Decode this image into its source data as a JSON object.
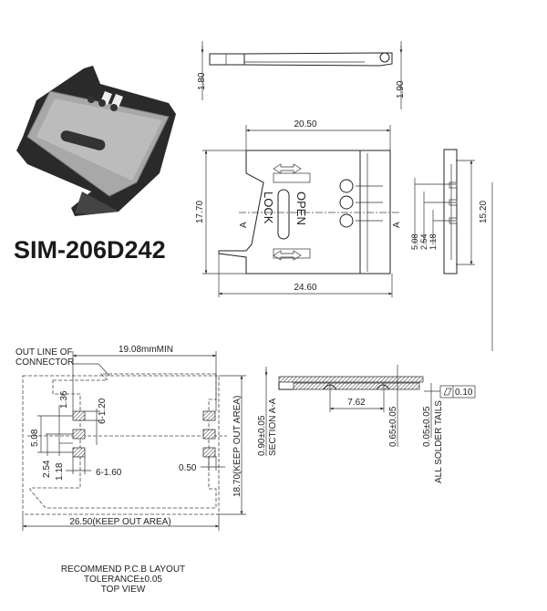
{
  "product": {
    "model": "SIM-206D242"
  },
  "side_view": {
    "left_height": "1.80",
    "right_height": "1.90"
  },
  "top_view": {
    "width": "20.50",
    "height": "17.70",
    "overall_length": "24.60",
    "section_marker": "A",
    "label_open": "OPEN",
    "label_lock": "LOCK"
  },
  "end_view": {
    "span": "15.20",
    "pitch_a": "5.08",
    "pitch_b": "2.54",
    "pitch_c": "1.18"
  },
  "pcb_layout": {
    "outline_label_1": "OUT LINE OF",
    "outline_label_2": "CONNECTOR",
    "min_width": "19.08mmMIN",
    "keepout_width": "26.50(KEEP OUT AREA)",
    "keepout_height": "18.70(KEEP OUT AREA)",
    "dim_136": "1.36",
    "pad_height": "6-1.20",
    "pad_width": "6-1.60",
    "dim_508": "5.08",
    "dim_254": "2.54",
    "dim_118": "1.18",
    "dim_050": "0.50"
  },
  "section": {
    "thickness": "0.90±0.05",
    "title": "SECTION A-A",
    "pitch": "7.62",
    "contact_height": "0.65±0.05",
    "coplanarity": "0.05±0.05",
    "tails_note": "ALL SOLDER TAILS",
    "flatness": "0.10"
  },
  "notes": {
    "line1": "RECOMMEND P.C.B LAYOUT",
    "line2": "TOLERANCE±0.05",
    "line3": "TOP VIEW"
  }
}
